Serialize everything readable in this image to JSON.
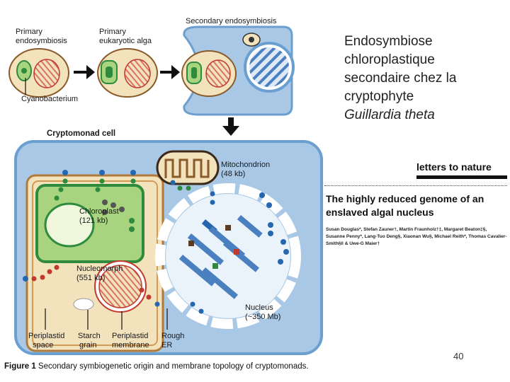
{
  "diagram": {
    "labels": {
      "primary_endosymbiosis": [
        "Primary",
        "endosymbiosis"
      ],
      "primary_alga": [
        "Primary",
        "eukaryotic alga"
      ],
      "secondary_endosymbiosis": "Secondary endosymbiosis",
      "cyanobacterium": "Cyanobacterium",
      "cryptomonad_cell": "Cryptomonad cell",
      "mitochondrion": [
        "Mitochondrion",
        "(48 kb)"
      ],
      "chloroplast": [
        "Chloroplast",
        "(121 kb)"
      ],
      "nucleomorph": [
        "Nucleomorph",
        "(551 kb)"
      ],
      "nucleus": [
        "Nucleus",
        "(~350 Mb)"
      ],
      "periplastid_space": [
        "Periplastid",
        "space"
      ],
      "starch_grain": [
        "Starch",
        "grain"
      ],
      "periplastid_membrane": [
        "Periplastid",
        "membrane"
      ],
      "rough_er": [
        "Rough",
        "ER"
      ]
    },
    "colors": {
      "cell_blue": "#6a9fd0",
      "cell_blue_light": "#a9c8e6",
      "cytoplasm": "#f3e3bd",
      "chloroplast_green": "#3f9a45",
      "chloroplast_light": "#a8d47f",
      "nucleus_stripes": "#4a7fc0",
      "marker_red": "#c0392b",
      "marker_green": "#2e8b3d",
      "marker_blue": "#2566b0"
    }
  },
  "side_title": {
    "lines": [
      "Endosymbiose",
      "chloroplastique",
      "secondaire chez la",
      "cryptophyte"
    ],
    "species": "Guillardia theta"
  },
  "paper": {
    "journal": "letters to nature",
    "title": "The highly reduced genome of an enslaved algal nucleus",
    "authors": "Susan Douglas*, Stefan Zauner†, Martin Fraunholz†‡, Margaret Beaton‡§, Susanne Penny*, Lang-Tuo Deng§, Xiaonan Wu§, Michael Reith*, Thomas Cavalier-Smith§ǁ & Uwe-G Maier†"
  },
  "page_number": "40",
  "caption": {
    "label": "Figure 1",
    "text": " Secondary symbiogenetic origin and membrane topology of cryptomonads."
  }
}
